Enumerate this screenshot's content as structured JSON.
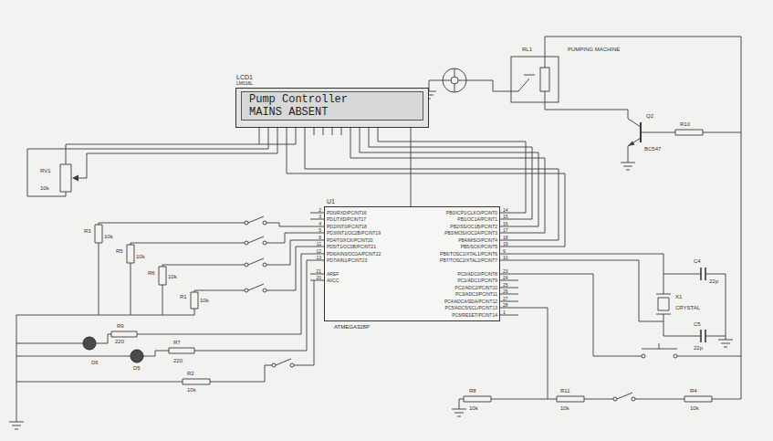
{
  "diagram": {
    "nodes": [
      {
        "text": [
          "LCD1",
          "LM016L",
          "Pump Controller",
          "MAINS ABSENT"
        ]
      },
      {
        "text": [
          "U1",
          "ATMEGA328P"
        ]
      }
    ],
    "edges": [
      {
        "from": 0,
        "to": 1,
        "arrow": "none"
      }
    ],
    "labels": [
      "PD0/RXD/PCINT16",
      "PD1/TXD/PCINT17",
      "PD2/INT0/PCINT18",
      "PD3/INT1/OC2B/PCINT19",
      "PD4/T0/XCK/PCINT20",
      "PD5/T1/OC0B/PCINT21",
      "PD6/AIN0/OC0A/PCINT22",
      "PD7/AIN1/PCINT23",
      "AREF",
      "AVCC",
      "PB0/ICP1/CLKO/PCINT0",
      "PB1/OC1A/PCINT1",
      "PB2/SS/OC1B/PCINT2",
      "PB3/MOSI/OC2A/PCINT3",
      "PB4/MISO/PCINT4",
      "PB5/SCK/PCINT5",
      "PB6/TOSC1/XTAL1/PCINT6",
      "PB7/TOSC2/XTAL2/PCINT7",
      "PC0/ADC0/PCINT8",
      "PC1/ADC1/PCINT9",
      "PC2/ADC2/PCINT10",
      "PC3/ADC3/PCINT11",
      "PC4/ADC4/SDA/PCINT12",
      "PC5/ADC5/SCL/PCINT13",
      "PC6/RESET/PCINT14",
      "2",
      "3",
      "4",
      "5",
      "6",
      "11",
      "12",
      "13",
      "21",
      "20",
      "14",
      "15",
      "16",
      "17",
      "18",
      "19",
      "9",
      "10",
      "23",
      "24",
      "25",
      "26",
      "27",
      "28",
      "1",
      "RV1",
      "10k",
      "R3",
      "10k",
      "R5",
      "10k",
      "R6",
      "10k",
      "R1",
      "10k",
      "R9",
      "220",
      "D6",
      "R7",
      "220",
      "D5",
      "R2",
      "10k",
      "R8",
      "10k",
      "R11",
      "10k",
      "R4",
      "10k",
      "C4",
      "22p",
      "X1",
      "CRYSTAL",
      "C5",
      "22p",
      "RL1",
      "PUMPING MACHINE",
      "Q2",
      "BC547",
      "R10"
    ]
  }
}
